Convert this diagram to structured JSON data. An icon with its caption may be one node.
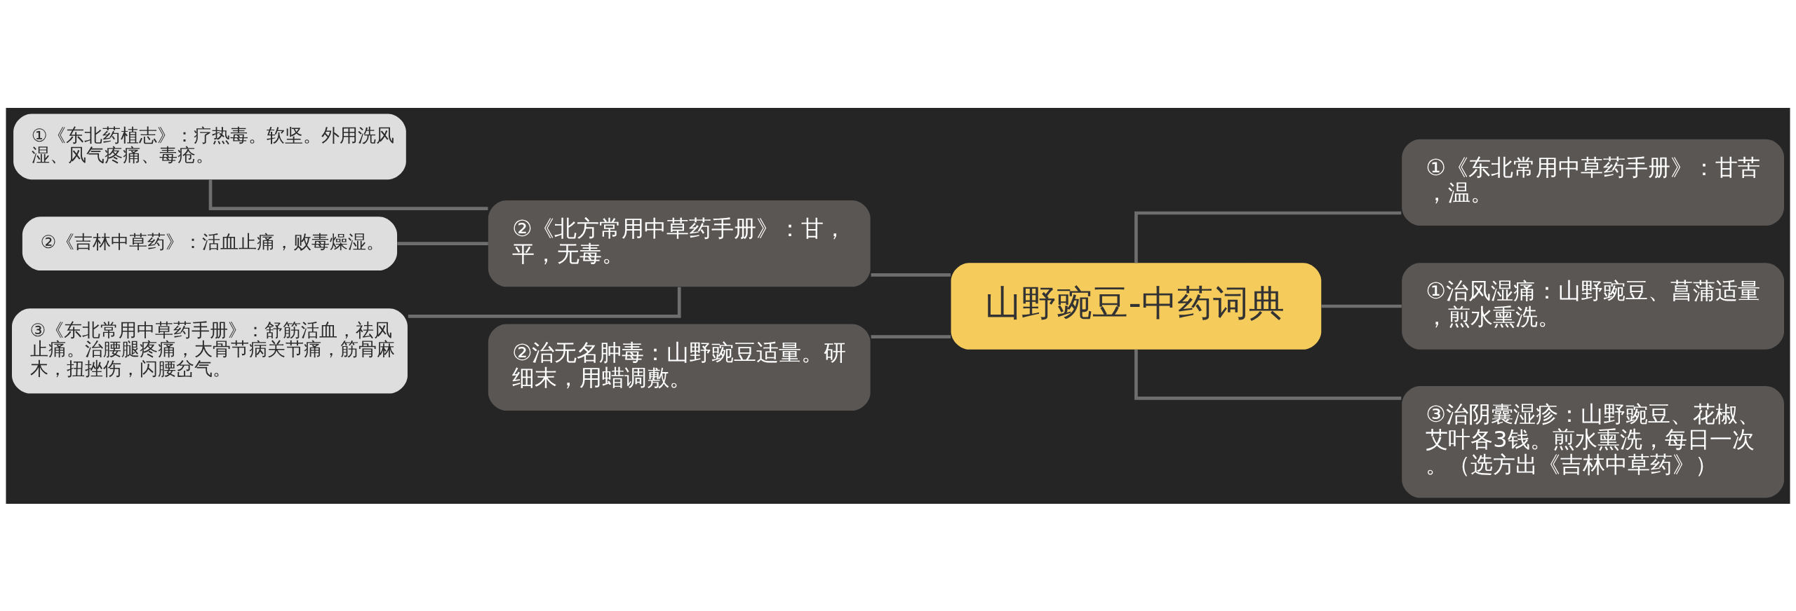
{
  "diagram": {
    "nodes": [
      {
        "text": [
          "山野豌豆-中药词典"
        ]
      },
      {
        "text": [
          "②《北方常用中草药手册》：甘，平，无毒。"
        ]
      },
      {
        "text": [
          "①《东北药植志》：疗热毒。软坚。外用洗风湿、风气疼痛、毒疮。"
        ]
      },
      {
        "text": [
          "②《吉林中草药》：活血止痛，败毒燥湿。"
        ]
      },
      {
        "text": [
          "③《东北常用中草药手册》：舒筋活血，祛风止痛。治腰腿疼痛，大骨节病关节痛，筋骨麻木，扭挫伤，闪腰岔气。"
        ]
      },
      {
        "text": [
          "②治无名肿毒：山野豌豆适量。研细末，用蜡调敷。"
        ]
      },
      {
        "text": [
          "①《东北常用中草药手册》：甘苦，温。"
        ]
      },
      {
        "text": [
          "①治风湿痛：山野豌豆、菖蒲适量，煎水熏洗。"
        ]
      },
      {
        "text": [
          "③治阴囊湿疹：山野豌豆、花椒、艾叶各3钱。煎水熏洗，每日一次。（选方出《吉林中草药》）"
        ]
      }
    ],
    "edges": [
      {
        "from": 0,
        "to": 1,
        "arrow": "none"
      },
      {
        "from": 1,
        "to": 2,
        "arrow": "none"
      },
      {
        "from": 1,
        "to": 3,
        "arrow": "none"
      },
      {
        "from": 1,
        "to": 4,
        "arrow": "none"
      },
      {
        "from": 0,
        "to": 5,
        "arrow": "none"
      },
      {
        "from": 0,
        "to": 6,
        "arrow": "none"
      },
      {
        "from": 0,
        "to": 7,
        "arrow": "none"
      },
      {
        "from": 0,
        "to": 8,
        "arrow": "none"
      }
    ]
  }
}
